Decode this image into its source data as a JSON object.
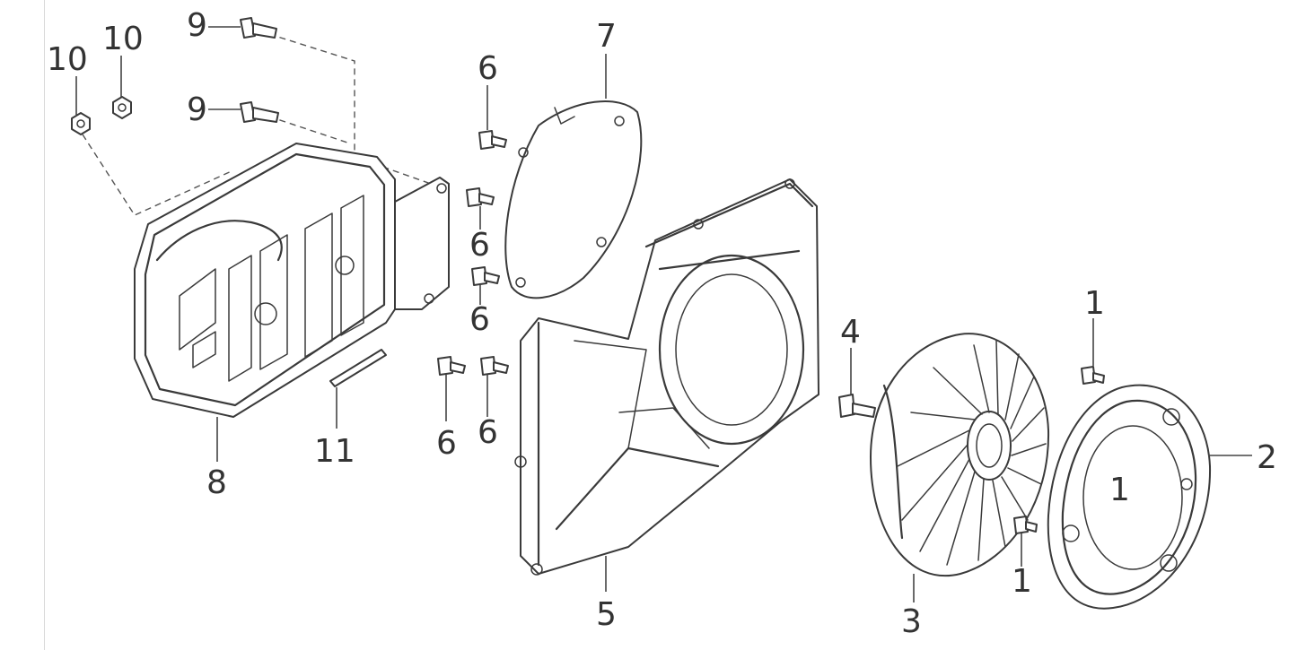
{
  "diagram": {
    "labels": {
      "l1a": "1",
      "l1b": "1",
      "l1c": "1",
      "l2": "2",
      "l3": "3",
      "l4": "4",
      "l5": "5",
      "l6a": "6",
      "l6b": "6",
      "l6c": "6",
      "l6d": "6",
      "l6e": "6",
      "l7": "7",
      "l8": "8",
      "l9a": "9",
      "l9b": "9",
      "l10a": "10",
      "l10b": "10",
      "l11": "11"
    }
  }
}
